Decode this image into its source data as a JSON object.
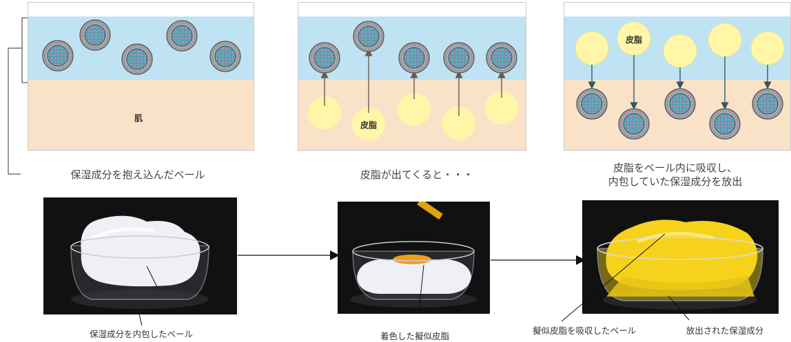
{
  "colors": {
    "water": "#bfe3f2",
    "skin": "#fae2c8",
    "sebum": "#fff6a8",
    "cream_white": "#eef0f5",
    "cream_yellow": "#f7d21c",
    "photo_bg": "#111111"
  },
  "diagram": {
    "panel1": {
      "skin_label": "肌",
      "caption": "保湿成分を抱え込んだベール"
    },
    "panel2": {
      "sebum_label": "皮脂",
      "caption": "皮脂が出てくると・・・"
    },
    "panel3": {
      "sebum_label": "皮脂",
      "caption_line1": "皮脂をベール内に吸収し、",
      "caption_line2": "内包していた保湿成分を放出"
    }
  },
  "photos": {
    "photo1_caption": "保湿成分を内包したベール",
    "photo2_caption": "着色した擬似皮脂",
    "photo3_caption_left": "擬似皮脂を吸収したベール",
    "photo3_caption_right": "放出された保湿成分"
  }
}
